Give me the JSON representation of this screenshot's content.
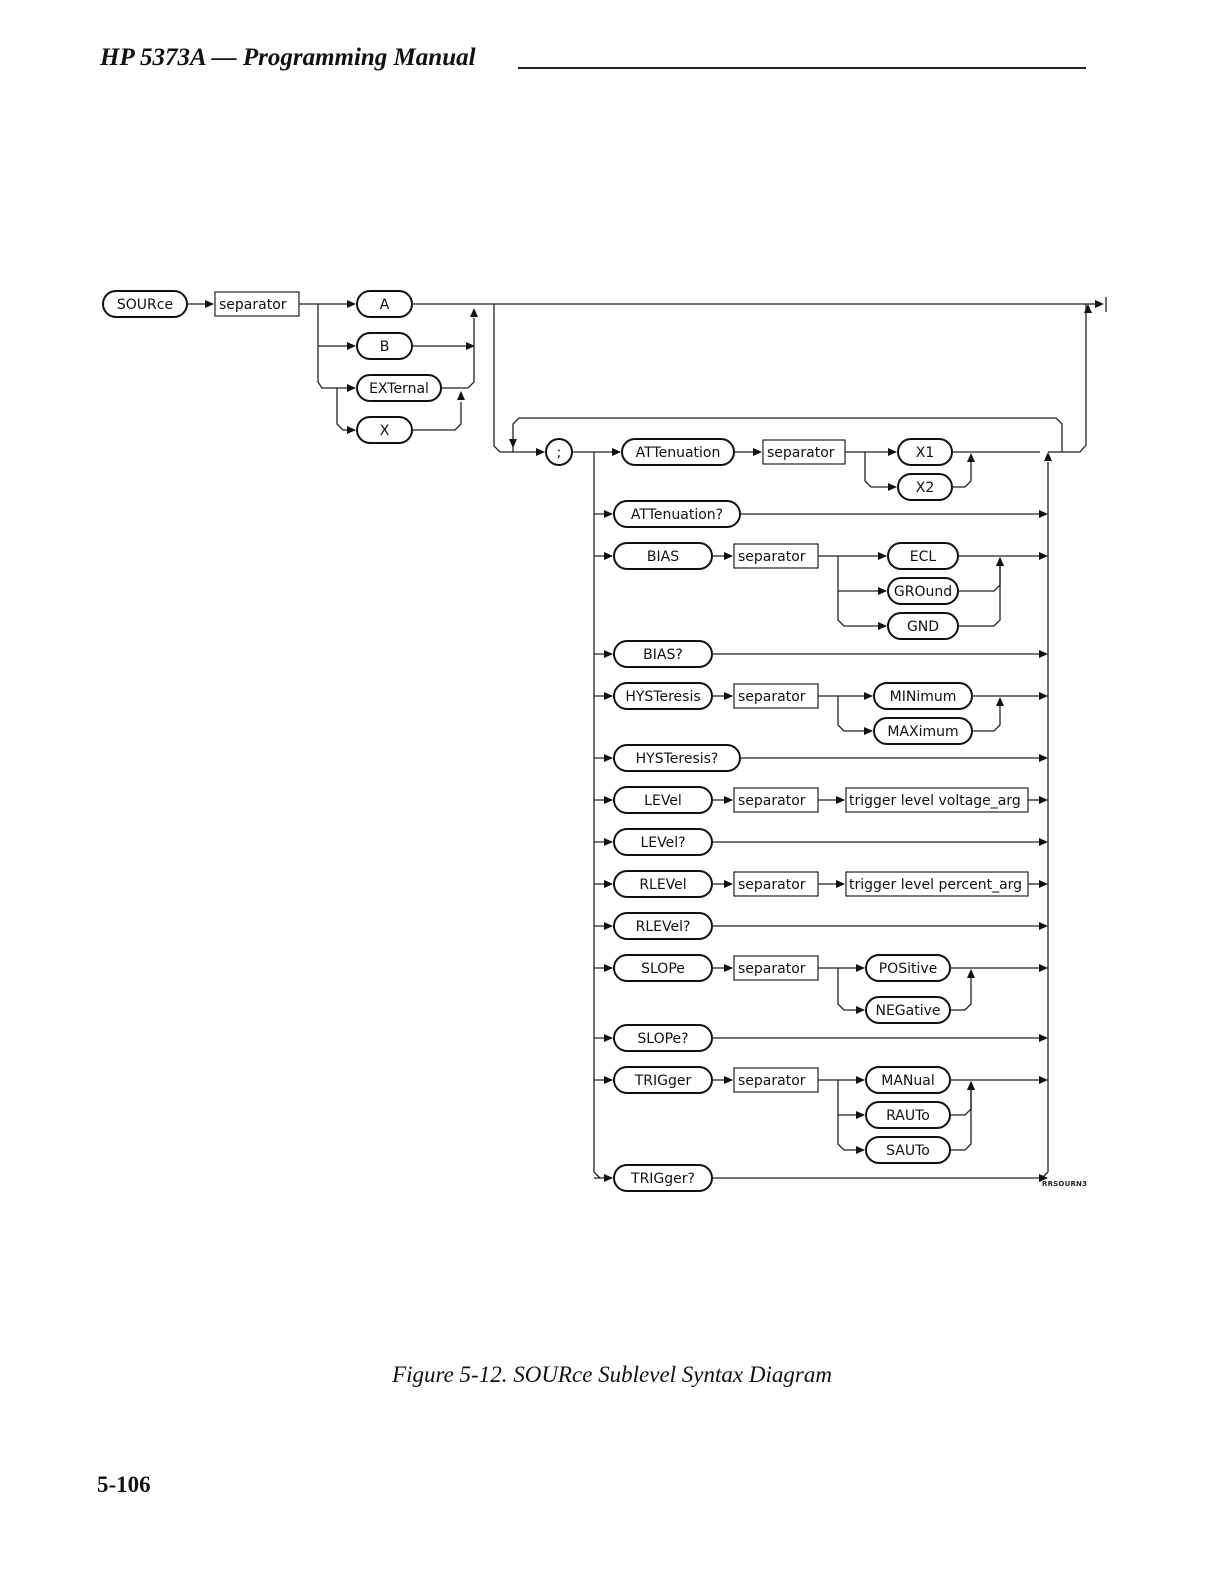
{
  "header": {
    "title": "HP 5373A — Programming Manual"
  },
  "figure": {
    "caption": "Figure 5-12. SOURce Sublevel Syntax Diagram",
    "reference_code": "RRSOURN3"
  },
  "page_number": "5-106",
  "diagram": {
    "root": "SOURce",
    "separator_label": "separator",
    "channel_options": [
      "A",
      "B",
      "EXTernal",
      "X"
    ],
    "loop_separator": ";",
    "commands": [
      {
        "keyword": "ATTenuation",
        "separator": true,
        "options": [
          "X1",
          "X2"
        ]
      },
      {
        "keyword": "ATTenuation?"
      },
      {
        "keyword": "BIAS",
        "separator": true,
        "options": [
          "ECL",
          "GROund",
          "GND"
        ]
      },
      {
        "keyword": "BIAS?"
      },
      {
        "keyword": "HYSTeresis",
        "separator": true,
        "options": [
          "MINimum",
          "MAXimum"
        ]
      },
      {
        "keyword": "HYSTeresis?"
      },
      {
        "keyword": "LEVel",
        "separator": true,
        "argument": "trigger  level  voltage_arg"
      },
      {
        "keyword": "LEVel?"
      },
      {
        "keyword": "RLEVel",
        "separator": true,
        "argument": "trigger  level  percent_arg"
      },
      {
        "keyword": "RLEVel?"
      },
      {
        "keyword": "SLOPe",
        "separator": true,
        "options": [
          "POSitive",
          "NEGative"
        ]
      },
      {
        "keyword": "SLOPe?"
      },
      {
        "keyword": "TRIGger",
        "separator": true,
        "options": [
          "MANual",
          "RAUTo",
          "SAUTo"
        ]
      },
      {
        "keyword": "TRIGger?"
      }
    ]
  }
}
